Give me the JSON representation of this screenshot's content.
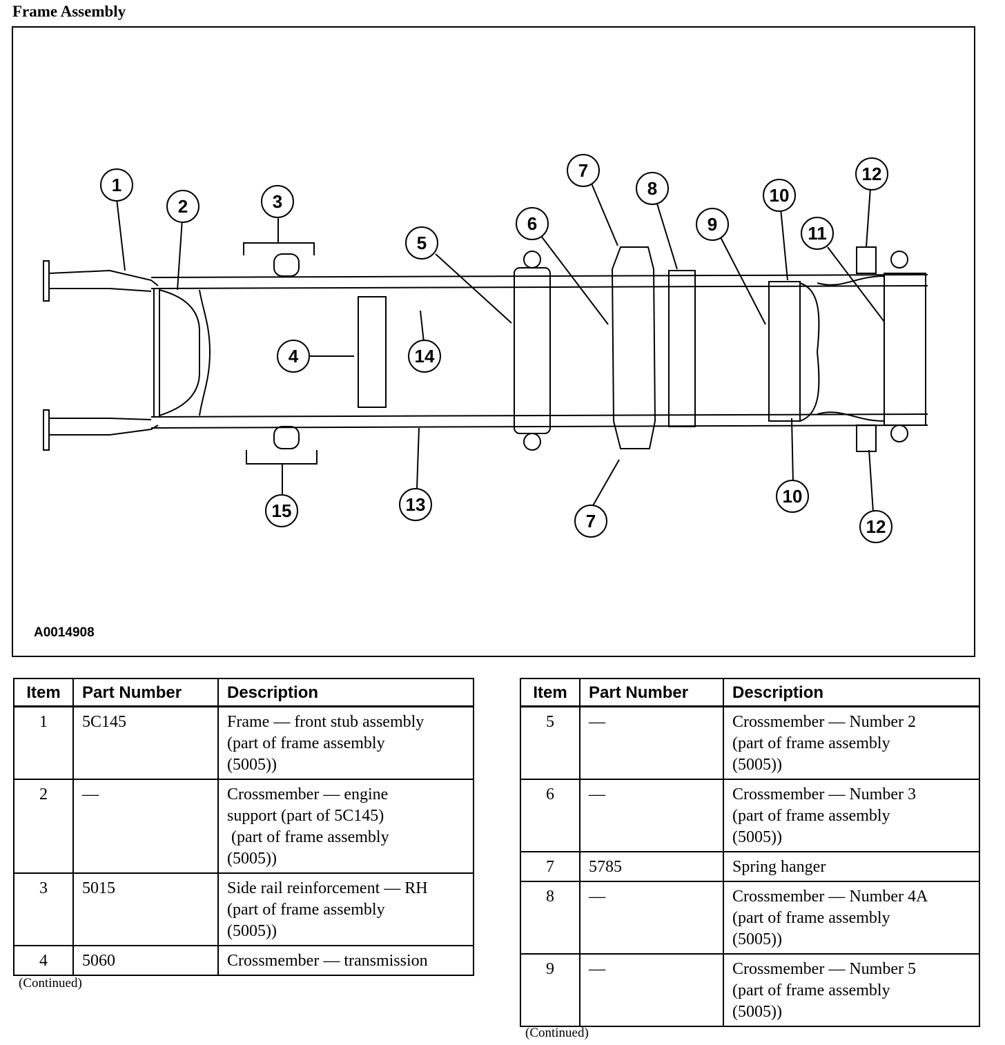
{
  "title": "Frame Assembly",
  "figure": {
    "id": "A0014908",
    "callouts": [
      "1",
      "2",
      "3",
      "4",
      "5",
      "6",
      "7",
      "8",
      "9",
      "10",
      "11",
      "12",
      "13",
      "14",
      "15",
      "7",
      "10",
      "12"
    ]
  },
  "table_headers": {
    "item": "Item",
    "part_number": "Part Number",
    "description": "Description"
  },
  "table_left": [
    {
      "item": "1",
      "part": "5C145",
      "desc": [
        "Frame — front stub assembly",
        "(part of frame assembly",
        "(5005))"
      ]
    },
    {
      "item": "2",
      "part": "—",
      "desc": [
        "Crossmember — engine",
        "support (part of 5C145)",
        " (part of frame assembly",
        "(5005))"
      ]
    },
    {
      "item": "3",
      "part": "5015",
      "desc": [
        "Side rail reinforcement — RH",
        "(part of frame assembly",
        "(5005))"
      ]
    },
    {
      "item": "4",
      "part": "5060",
      "desc": [
        "Crossmember — transmission"
      ]
    }
  ],
  "table_right": [
    {
      "item": "5",
      "part": "—",
      "desc": [
        "Crossmember — Number 2",
        "(part of frame assembly",
        "(5005))"
      ]
    },
    {
      "item": "6",
      "part": "—",
      "desc": [
        "Crossmember — Number 3",
        "(part of frame assembly",
        "(5005))"
      ]
    },
    {
      "item": "7",
      "part": "5785",
      "desc": [
        "Spring hanger"
      ]
    },
    {
      "item": "8",
      "part": "—",
      "desc": [
        "Crossmember — Number 4A",
        "(part of frame assembly",
        "(5005))"
      ]
    },
    {
      "item": "9",
      "part": "—",
      "desc": [
        "Crossmember — Number 5",
        "(part of frame assembly",
        "(5005))"
      ]
    }
  ],
  "continued_label": "(Continued)"
}
